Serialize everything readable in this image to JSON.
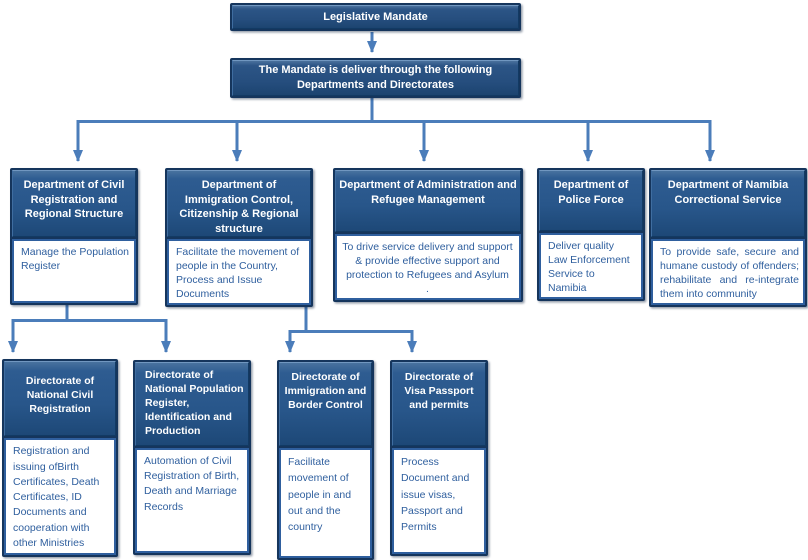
{
  "palette": {
    "node_frame": "#15355C",
    "node_fill_top": "#2E5C91",
    "node_fill_bottom": "#1D4877",
    "connector": "#4B7DBA",
    "body_text": "#2F5F9E",
    "body_background": "#FFFFFF",
    "header_text": "#FFFFFF"
  },
  "root": {
    "title": "Legislative Mandate"
  },
  "mandate": {
    "text": "The Mandate is deliver through the following Departments and Directorates"
  },
  "departments": [
    {
      "title": "Department of Civil Registration and Regional Structure",
      "description": "Manage the Population Register"
    },
    {
      "title": "Department of Immigration Control, Citizenship & Regional structure",
      "description": "Facilitate the movement of people in the Country, Process and Issue Documents"
    },
    {
      "title": "Department of Administration and Refugee Management",
      "description": "To drive service delivery and support & provide effective support and protection to Refugees and Asylum",
      "description_suffix": "."
    },
    {
      "title": "Department of Police Force",
      "description": "Deliver quality Law Enforcement Service to Namibia"
    },
    {
      "title": "Department of Namibia Correctional Service",
      "description": "To provide safe, secure and humane custody of offenders; rehabilitate and re-integrate them into community"
    }
  ],
  "directorates": [
    {
      "title": "Directorate of National Civil Registration",
      "description": "Registration and issuing ofBirth Certificates, Death Certificates, ID Documents and cooperation with other Ministries",
      "parent_department_index": 0
    },
    {
      "title": "Directorate of National Population Register, Identification and Production",
      "description": "Automation of Civil Registration of Birth, Death and Marriage Records",
      "parent_department_index": 0
    },
    {
      "title": "Directorate of Immigration and Border Control",
      "description": "Facilitate movement of people in and out and the country",
      "parent_department_index": 1
    },
    {
      "title": "Directorate of Visa Passport and permits",
      "description": "Process Document and issue visas, Passport and Permits",
      "parent_department_index": 1
    }
  ]
}
